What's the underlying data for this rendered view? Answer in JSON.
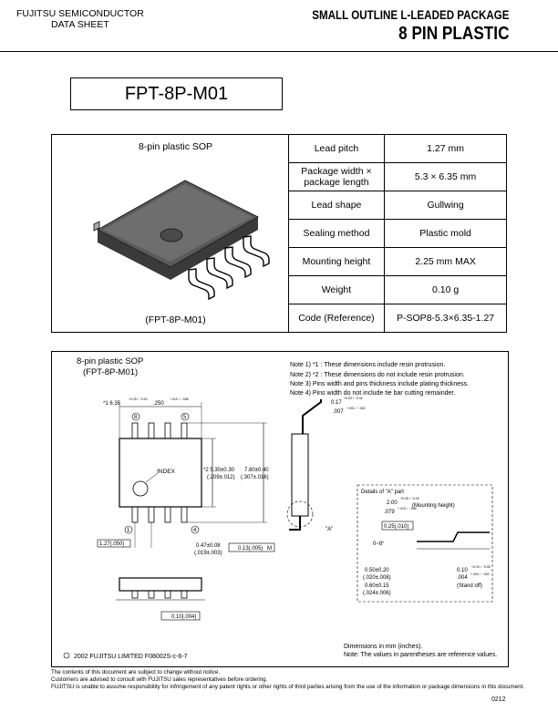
{
  "header": {
    "company_line1": "FUJITSU SEMICONDUCTOR",
    "company_line2": "DATA SHEET",
    "title_line1": "SMALL OUTLINE L-LEADED PACKAGE",
    "title_line2": "8 PIN PLASTIC"
  },
  "package_code": "FPT-8P-M01",
  "spec_table": {
    "image_caption": "8-pin plastic SOP",
    "image_code": "(FPT-8P-M01)",
    "rows": [
      {
        "label": "Lead pitch",
        "value": "1.27 mm"
      },
      {
        "label": "Package width × package length",
        "value": "5.3 × 6.35 mm"
      },
      {
        "label": "Lead shape",
        "value": "Gullwing"
      },
      {
        "label": "Sealing method",
        "value": "Plastic mold"
      },
      {
        "label": "Mounting height",
        "value": "2.25 mm MAX"
      },
      {
        "label": "Weight",
        "value": "0.10 g"
      },
      {
        "label": "Code (Reference)",
        "value": "P-SOP8-5.3×6.35-1.27"
      }
    ]
  },
  "diagram": {
    "title": "8-pin plastic SOP",
    "code": "(FPT-8P-M01)",
    "notes": [
      "Note 1) *1 : These dimensions include resin protrusion.",
      "Note 2) *2 : These dimensions do not include resin protrusion.",
      "Note 3) Pins width and pins thickness include plating thickness.",
      "Note 4) Pins width do not include tie bar cutting remainder."
    ],
    "dims": {
      "length": "*1 6.35",
      "length_tol": "+0.25 / −0.20",
      "length_in": ".250",
      "length_in_tol": "+.010 / −.008",
      "width": "*2 5.30±0.30",
      "width_in": "(.209±.012)",
      "width_total": "7.80±0.40",
      "width_total_in": "(.307±.016)",
      "lead_thk": "0.17",
      "lead_thk_tol": "+0.03 / −0.04",
      "lead_thk_in": ".007",
      "lead_thk_in_tol": "+.001 / −.002",
      "pitch": "1.27(.050)",
      "lead_width": "0.47±0.08",
      "lead_width_in": "(.019±.003)",
      "pos_tol": "0.13(.005)",
      "m_symbol": "M",
      "coplanarity": "0.10(.004)",
      "index": "INDEX",
      "pin_labels": [
        "8",
        "5",
        "1",
        "4"
      ],
      "callout": "\"A\""
    },
    "detail": {
      "title": "Details of \"A\" part",
      "height": "2.00",
      "height_tol": "+0.25 / −0.15",
      "height_in": ".079",
      "height_in_tol": "+.010 / −.006",
      "height_label": "(Mounting height)",
      "gauge": "0.25(.010)",
      "angle": "0~8°",
      "foot1": "0.50±0.20",
      "foot1_in": "(.020±.008)",
      "foot2": "0.60±0.15",
      "foot2_in": "(.024±.006)",
      "standoff": "0.10",
      "standoff_tol": "+0.10 / −0.05",
      "standoff_in": ".004",
      "standoff_in_tol": "+.004 / −.002",
      "standoff_label": "(Stand off)"
    },
    "copyright": "2002 FUJITSU LIMITED F08002S-c-6-7",
    "units_line1": "Dimensions in mm (inches).",
    "units_line2": "Note: The values in parentheses are reference values."
  },
  "footer": {
    "line1": "The contents of this document are subject to change without notice.",
    "line2": "Customers are advised to consult with FUJITSU sales representatives before ordering.",
    "line3": "FUJITSU is unable to assume responsibility for infringement of any patent rights or other rights of third parties arising from the use of the information or package dimensions in this document.",
    "page": "0212"
  }
}
